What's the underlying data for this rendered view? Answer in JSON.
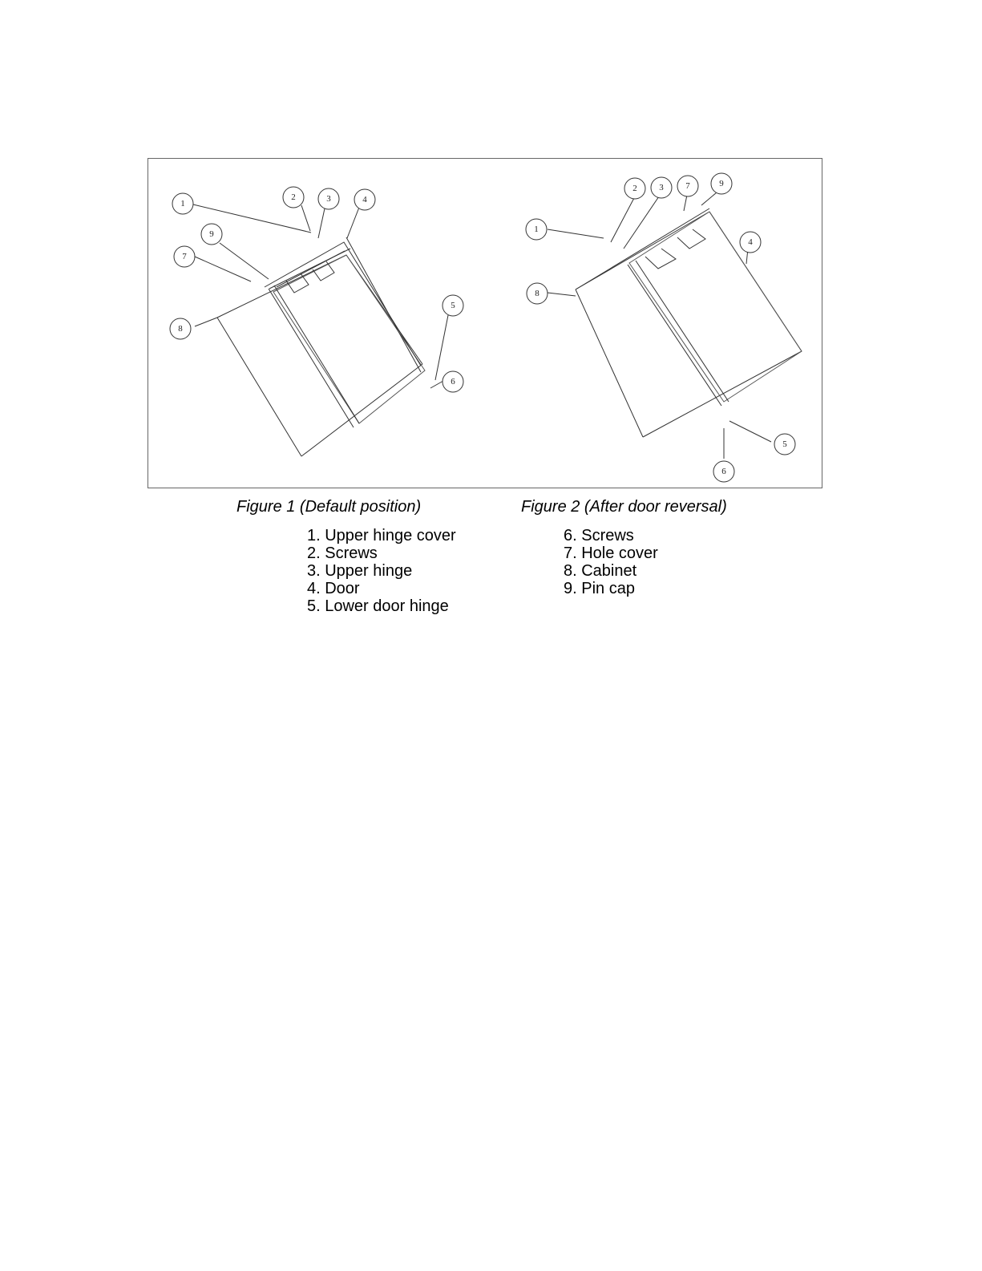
{
  "figure1": {
    "caption": "Figure 1 (Default position)",
    "callouts": [
      "1",
      "2",
      "3",
      "4",
      "5",
      "6",
      "7",
      "8",
      "9"
    ]
  },
  "figure2": {
    "caption": "Figure 2 (After door reversal)",
    "callouts": [
      "1",
      "2",
      "3",
      "4",
      "5",
      "6",
      "7",
      "8",
      "9"
    ]
  },
  "legend": {
    "left": [
      "1. Upper hinge cover",
      "2. Screws",
      "3. Upper hinge",
      "4. Door",
      "5. Lower door hinge"
    ],
    "right": [
      "6. Screws",
      "7. Hole cover",
      "8. Cabinet",
      "9. Pin cap"
    ]
  }
}
